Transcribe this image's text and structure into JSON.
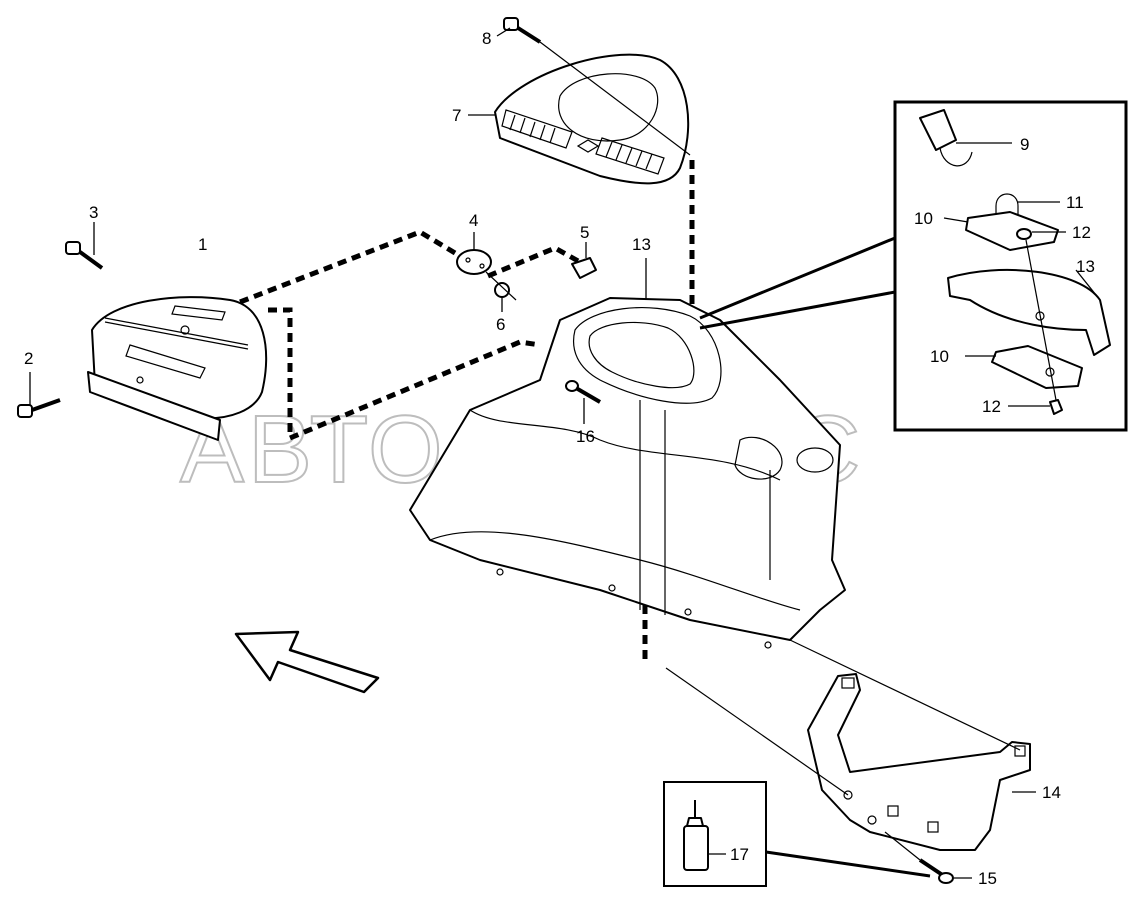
{
  "watermark": "АВТОАЛЬЯНС",
  "callouts": {
    "c1": "1",
    "c2": "2",
    "c3": "3",
    "c4": "4",
    "c5": "5",
    "c6": "6",
    "c7": "7",
    "c8": "8",
    "c9": "9",
    "c10a": "10",
    "c10b": "10",
    "c11": "11",
    "c12a": "12",
    "c12b": "12",
    "c13a": "13",
    "c13b": "13",
    "c14": "14",
    "c15": "15",
    "c16": "16",
    "c17": "17"
  },
  "icons": {
    "direction": "arrow-icon",
    "bottle": "adhesive-bottle-icon"
  }
}
